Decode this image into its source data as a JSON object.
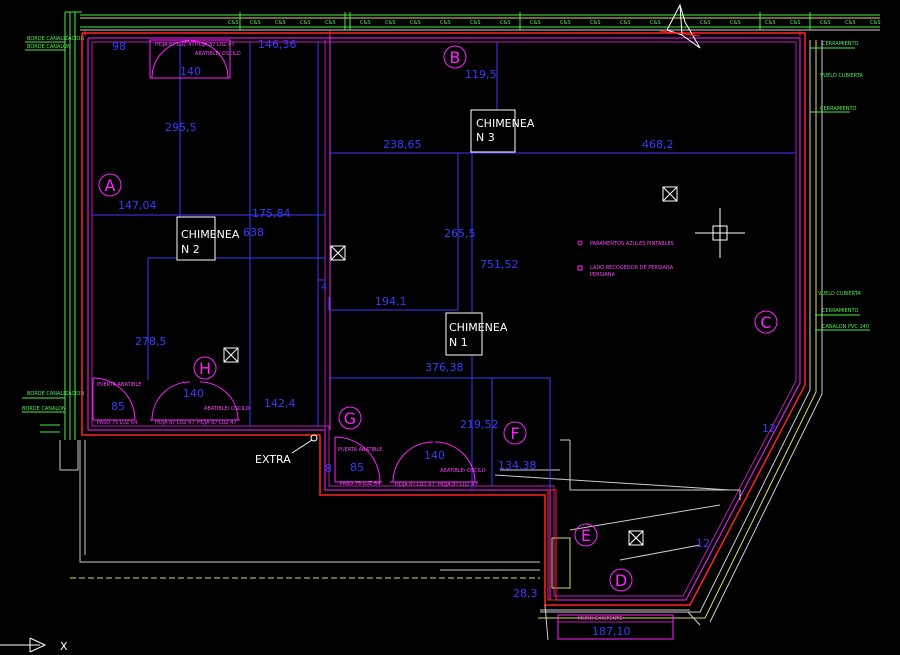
{
  "section_labels": [
    "A",
    "B",
    "C",
    "D",
    "E",
    "F",
    "G",
    "H"
  ],
  "chimneys": [
    {
      "line1": "CHIMENEA",
      "line2": "N 3"
    },
    {
      "line1": "CHIMENEA",
      "line2": "N 2"
    },
    {
      "line1": "CHIMENEA",
      "line2": "N 1"
    }
  ],
  "dimensions": {
    "d98": "98",
    "d140_top": "140",
    "d146_36": "146,36",
    "d119_5": "119,5",
    "d238_65": "238,65",
    "d468_2": "468,2",
    "d295_5": "295,5",
    "d147_04": "147,04",
    "d175_84": "175,84",
    "d638": "638",
    "d265_5": "265,5",
    "d751_52": "751,52",
    "d194_1": "194,1",
    "d278_5": "278,5",
    "d376_38": "376,38",
    "d140_h": "140",
    "d85_h": "85",
    "d142_4": "142,4",
    "d219_52": "219,52",
    "d134_38": "134,38",
    "d85_g": "85",
    "d140_g": "140",
    "d8": "8",
    "d4": "4",
    "d12": "12",
    "d12_2": "12",
    "d28_3": "28,3",
    "d187_10": "187,10"
  },
  "labels": {
    "extra": "EXTRA",
    "axis_x": "X"
  },
  "legend": {
    "item1": "PARAMENTOS AZULES PINTABLES",
    "item2": "LADO RECOGEDOR DE PERSIANA"
  },
  "annotations": {
    "borde_canalizacion": "BORDE CANALIZACION",
    "borde_canalon": "BORDE CANALON",
    "suelo_cubierta": "VUELO CUBIERTA",
    "cerramiento": "CERRAMIENTO",
    "canalon_pvc": "CANALON PVC 140",
    "puerta_abatible": "PUERTA ABATIBLE",
    "hoja_abatible": "HOJA 87 LUZ 47",
    "abatible_oscilo": "ABATIBLE/ OSCILO",
    "paso_luz": "PASO 75 LUZ 64",
    "muro_existente": "MURO EXISTENTE"
  },
  "colors": {
    "background": "#000000",
    "dimension": "#3a3aff",
    "wall_magenta": "#ff22ff",
    "wall_red": "#ff2222",
    "annotation_green": "#44ee44",
    "structure_white": "#ffffff"
  }
}
